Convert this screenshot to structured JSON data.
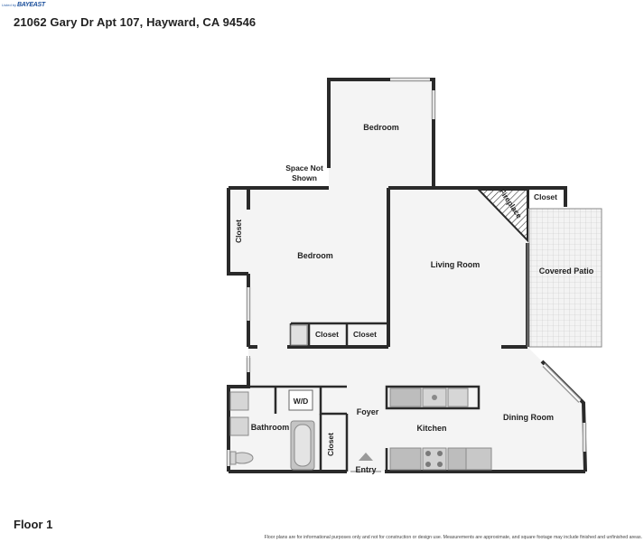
{
  "logo": {
    "small_text": "Listed by",
    "brand_text": "BAYEAST"
  },
  "header": {
    "address": "21062 Gary Dr Apt 107, Hayward, CA 94546"
  },
  "floor": {
    "label": "Floor 1"
  },
  "disclaimer": "Floor plans are for informational purposes only and not for construction or design use. Measurements are approximate, and square footage may include finished and unfinished areas.",
  "rooms": {
    "bedroom_top": "Bedroom",
    "space_not_shown_line1": "Space Not",
    "space_not_shown_line2": "Shown",
    "bedroom_main": "Bedroom",
    "closet_left": "Closet",
    "closet_mid1": "Closet",
    "closet_mid2": "Closet",
    "living_room": "Living Room",
    "fireplace": "Fireplace",
    "closet_top_right": "Closet",
    "covered_patio": "Covered Patio",
    "washer_dryer": "W/D",
    "foyer": "Foyer",
    "bathroom": "Bathroom",
    "kitchen": "Kitchen",
    "dining_room": "Dining Room",
    "closet_entry": "Closet",
    "entry": "Entry"
  },
  "colors": {
    "wall": "#2a2a2a",
    "floor": "#f4f4f4",
    "patio": "#ececec",
    "fixture": "#bdbdbd"
  }
}
